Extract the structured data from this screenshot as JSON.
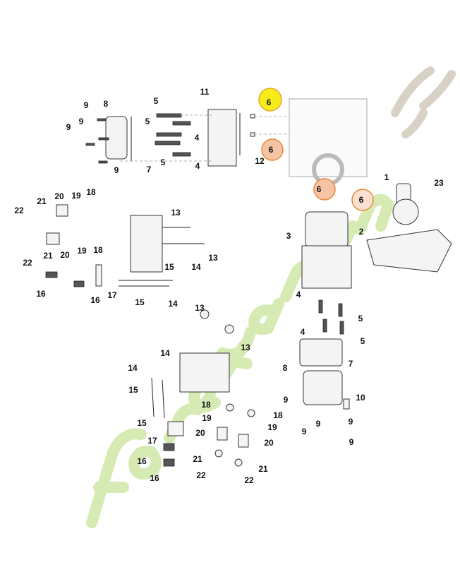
{
  "diagram": {
    "title": "Cylinder head exploded parts diagram",
    "watermark": "Forêt'jardin.com",
    "highlight_colors": {
      "selected": "#f5ec1a",
      "related": "#f5c3a6",
      "ring": "#e8892f"
    },
    "callouts": [
      "9",
      "8",
      "9",
      "9",
      "9",
      "7",
      "5",
      "5",
      "5",
      "4",
      "4",
      "11",
      "12",
      "6",
      "6",
      "6",
      "6",
      "21",
      "20",
      "19",
      "18",
      "22",
      "13",
      "21",
      "20",
      "19",
      "18",
      "22",
      "13",
      "15",
      "14",
      "16",
      "16",
      "17",
      "15",
      "14",
      "1",
      "23",
      "2",
      "3",
      "4",
      "5",
      "4",
      "5",
      "7",
      "8",
      "9",
      "10",
      "9",
      "9",
      "9",
      "9",
      "13",
      "13",
      "14",
      "14",
      "15",
      "15",
      "17",
      "16",
      "16",
      "18",
      "19",
      "20",
      "21",
      "22",
      "18",
      "19",
      "20",
      "21",
      "22"
    ]
  }
}
